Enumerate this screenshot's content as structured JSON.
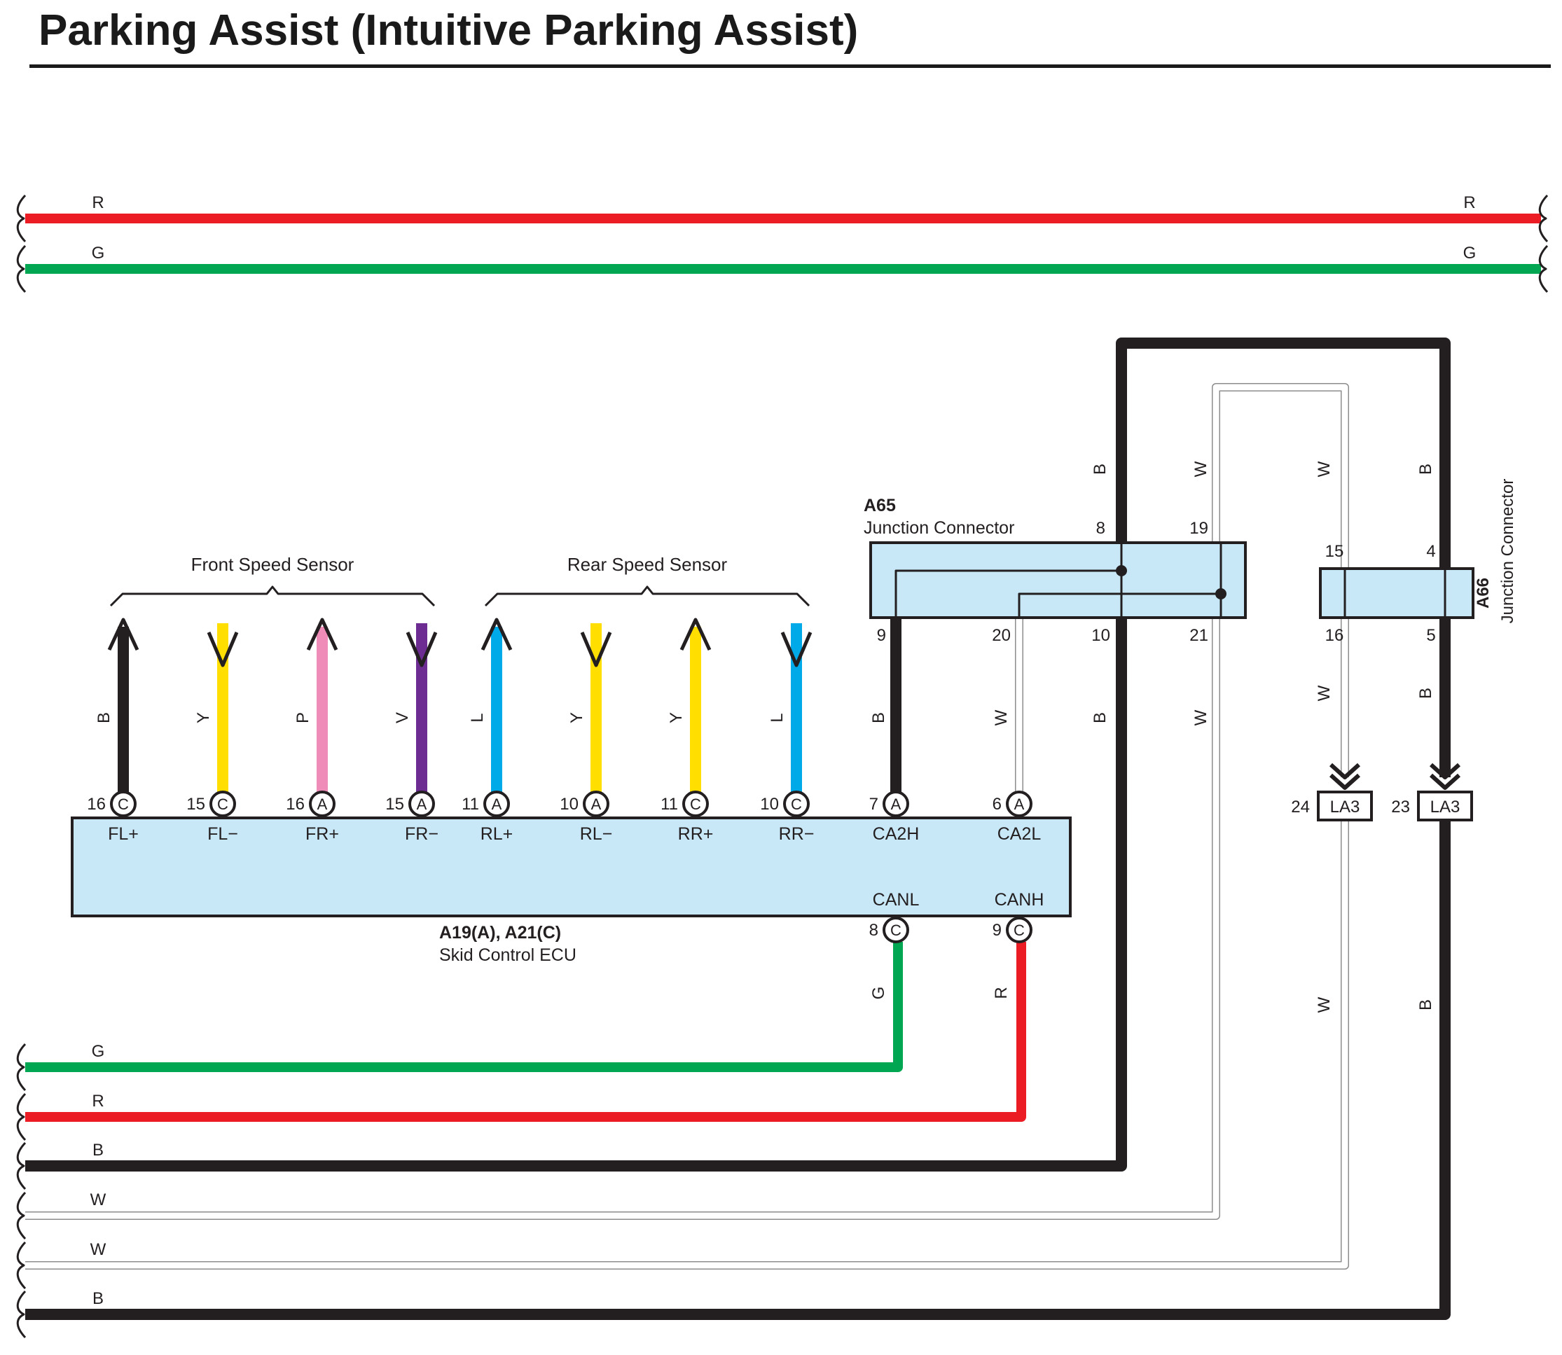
{
  "title": "Parking Assist (Intuitive Parking Assist)",
  "colors": {
    "R": "#ec1c24",
    "G": "#00a651",
    "B": "#231f20",
    "Y": "#ffde00",
    "P": "#f08cb8",
    "V": "#6c2c91",
    "L": "#00a9e8",
    "W": "#ffffff",
    "component_fill": "#c8e8f8"
  },
  "top_bus": [
    {
      "code": "R",
      "label_left": "R",
      "label_right": "R"
    },
    {
      "code": "G",
      "label_left": "G",
      "label_right": "G"
    }
  ],
  "bottom_bus": [
    {
      "code": "G",
      "label": "G"
    },
    {
      "code": "R",
      "label": "R"
    },
    {
      "code": "B",
      "label": "B"
    },
    {
      "code": "W",
      "label": "W"
    },
    {
      "code": "W",
      "label": "W"
    },
    {
      "code": "B",
      "label": "B"
    }
  ],
  "groups": [
    {
      "label": "Front Speed Sensor"
    },
    {
      "label": "Rear Speed Sensor"
    }
  ],
  "ecu": {
    "name": "A19(A), A21(C)",
    "desc": "Skid Control ECU",
    "top_pins": [
      {
        "pin": "16",
        "conn": "C",
        "label": "FL+",
        "wire": "B",
        "dir": "up"
      },
      {
        "pin": "15",
        "conn": "C",
        "label": "FL−",
        "wire": "Y",
        "dir": "down"
      },
      {
        "pin": "16",
        "conn": "A",
        "label": "FR+",
        "wire": "P",
        "dir": "up"
      },
      {
        "pin": "15",
        "conn": "A",
        "label": "FR−",
        "wire": "V",
        "dir": "down"
      },
      {
        "pin": "11",
        "conn": "A",
        "label": "RL+",
        "wire": "L",
        "dir": "up"
      },
      {
        "pin": "10",
        "conn": "A",
        "label": "RL−",
        "wire": "Y",
        "dir": "down"
      },
      {
        "pin": "11",
        "conn": "C",
        "label": "RR+",
        "wire": "Y",
        "dir": "up"
      },
      {
        "pin": "10",
        "conn": "C",
        "label": "RR−",
        "wire": "L",
        "dir": "down"
      },
      {
        "pin": "7",
        "conn": "A",
        "label": "CA2H",
        "wire": "B"
      },
      {
        "pin": "6",
        "conn": "A",
        "label": "CA2L",
        "wire": "W"
      }
    ],
    "bottom_pins": [
      {
        "pin": "8",
        "conn": "C",
        "label": "CANL",
        "wire": "G"
      },
      {
        "pin": "9",
        "conn": "C",
        "label": "CANH",
        "wire": "R"
      }
    ]
  },
  "a65": {
    "name": "A65",
    "desc": "Junction Connector",
    "pins_top": [
      "8",
      "19"
    ],
    "pins_bottom": [
      "9",
      "20",
      "10",
      "21"
    ]
  },
  "a66": {
    "name": "A66",
    "desc": "Junction Connector",
    "pins_top": [
      "15",
      "4"
    ],
    "pins_bottom": [
      "16",
      "5"
    ]
  },
  "la3": [
    {
      "pin": "24",
      "label": "LA3",
      "wire": "W"
    },
    {
      "pin": "23",
      "label": "LA3",
      "wire": "B"
    }
  ],
  "wire_labels": {
    "a65_in_b": "B",
    "a65_in_w": "W",
    "a66_in_w": "W",
    "a66_in_b": "B",
    "ca2h": "B",
    "ca2l": "W",
    "a65_out_b": "B",
    "a65_out_w": "W",
    "a66_out_w": "W",
    "a66_out_b": "B",
    "la3_w": "W",
    "la3_b": "B",
    "canl": "G",
    "canh": "R"
  }
}
